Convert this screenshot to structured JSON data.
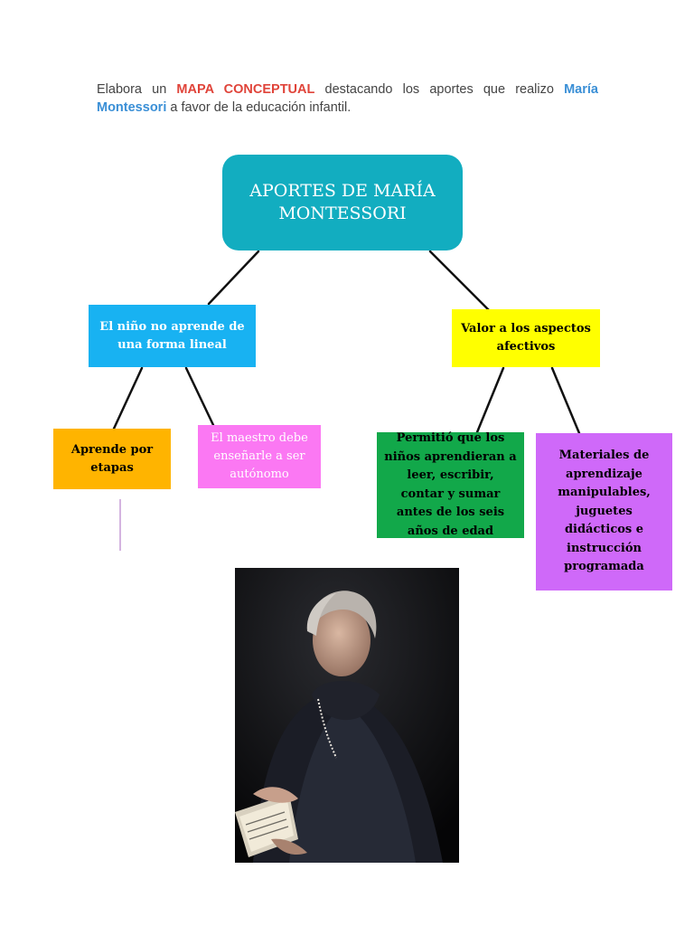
{
  "intro": {
    "t1": "Elabora un ",
    "t2": "MAPA CONCEPTUAL",
    "t3": " destacando los aportes que realizo ",
    "t4": "María Montessori",
    "t5": " a favor de la educación infantil."
  },
  "map": {
    "root": "APORTES DE MARÍA MONTESSORI",
    "left": "El niño no aprende de una forma lineal",
    "right": "Valor a los aspectos afectivos",
    "left_a": "Aprende por etapas",
    "left_b": "El maestro debe enseñarle a ser autónomo",
    "right_a": "Permitió que los niños aprendieran a leer, escribir, contar y sumar antes de los seis años de edad",
    "right_b": "Materiales de aprendizaje manipulables, juguetes didácticos e instrucción programada"
  },
  "colors": {
    "root": "#12adc0",
    "left": "#18b2f2",
    "right": "#ffff00",
    "left_a": "#ffb400",
    "left_b": "#fb78f3",
    "right_a": "#12a84a",
    "right_b": "#cf69f9",
    "highlight_red": "#e0443a",
    "highlight_blue": "#3a8fd6"
  },
  "image": {
    "subject": "portrait-of-maria-montessori"
  }
}
